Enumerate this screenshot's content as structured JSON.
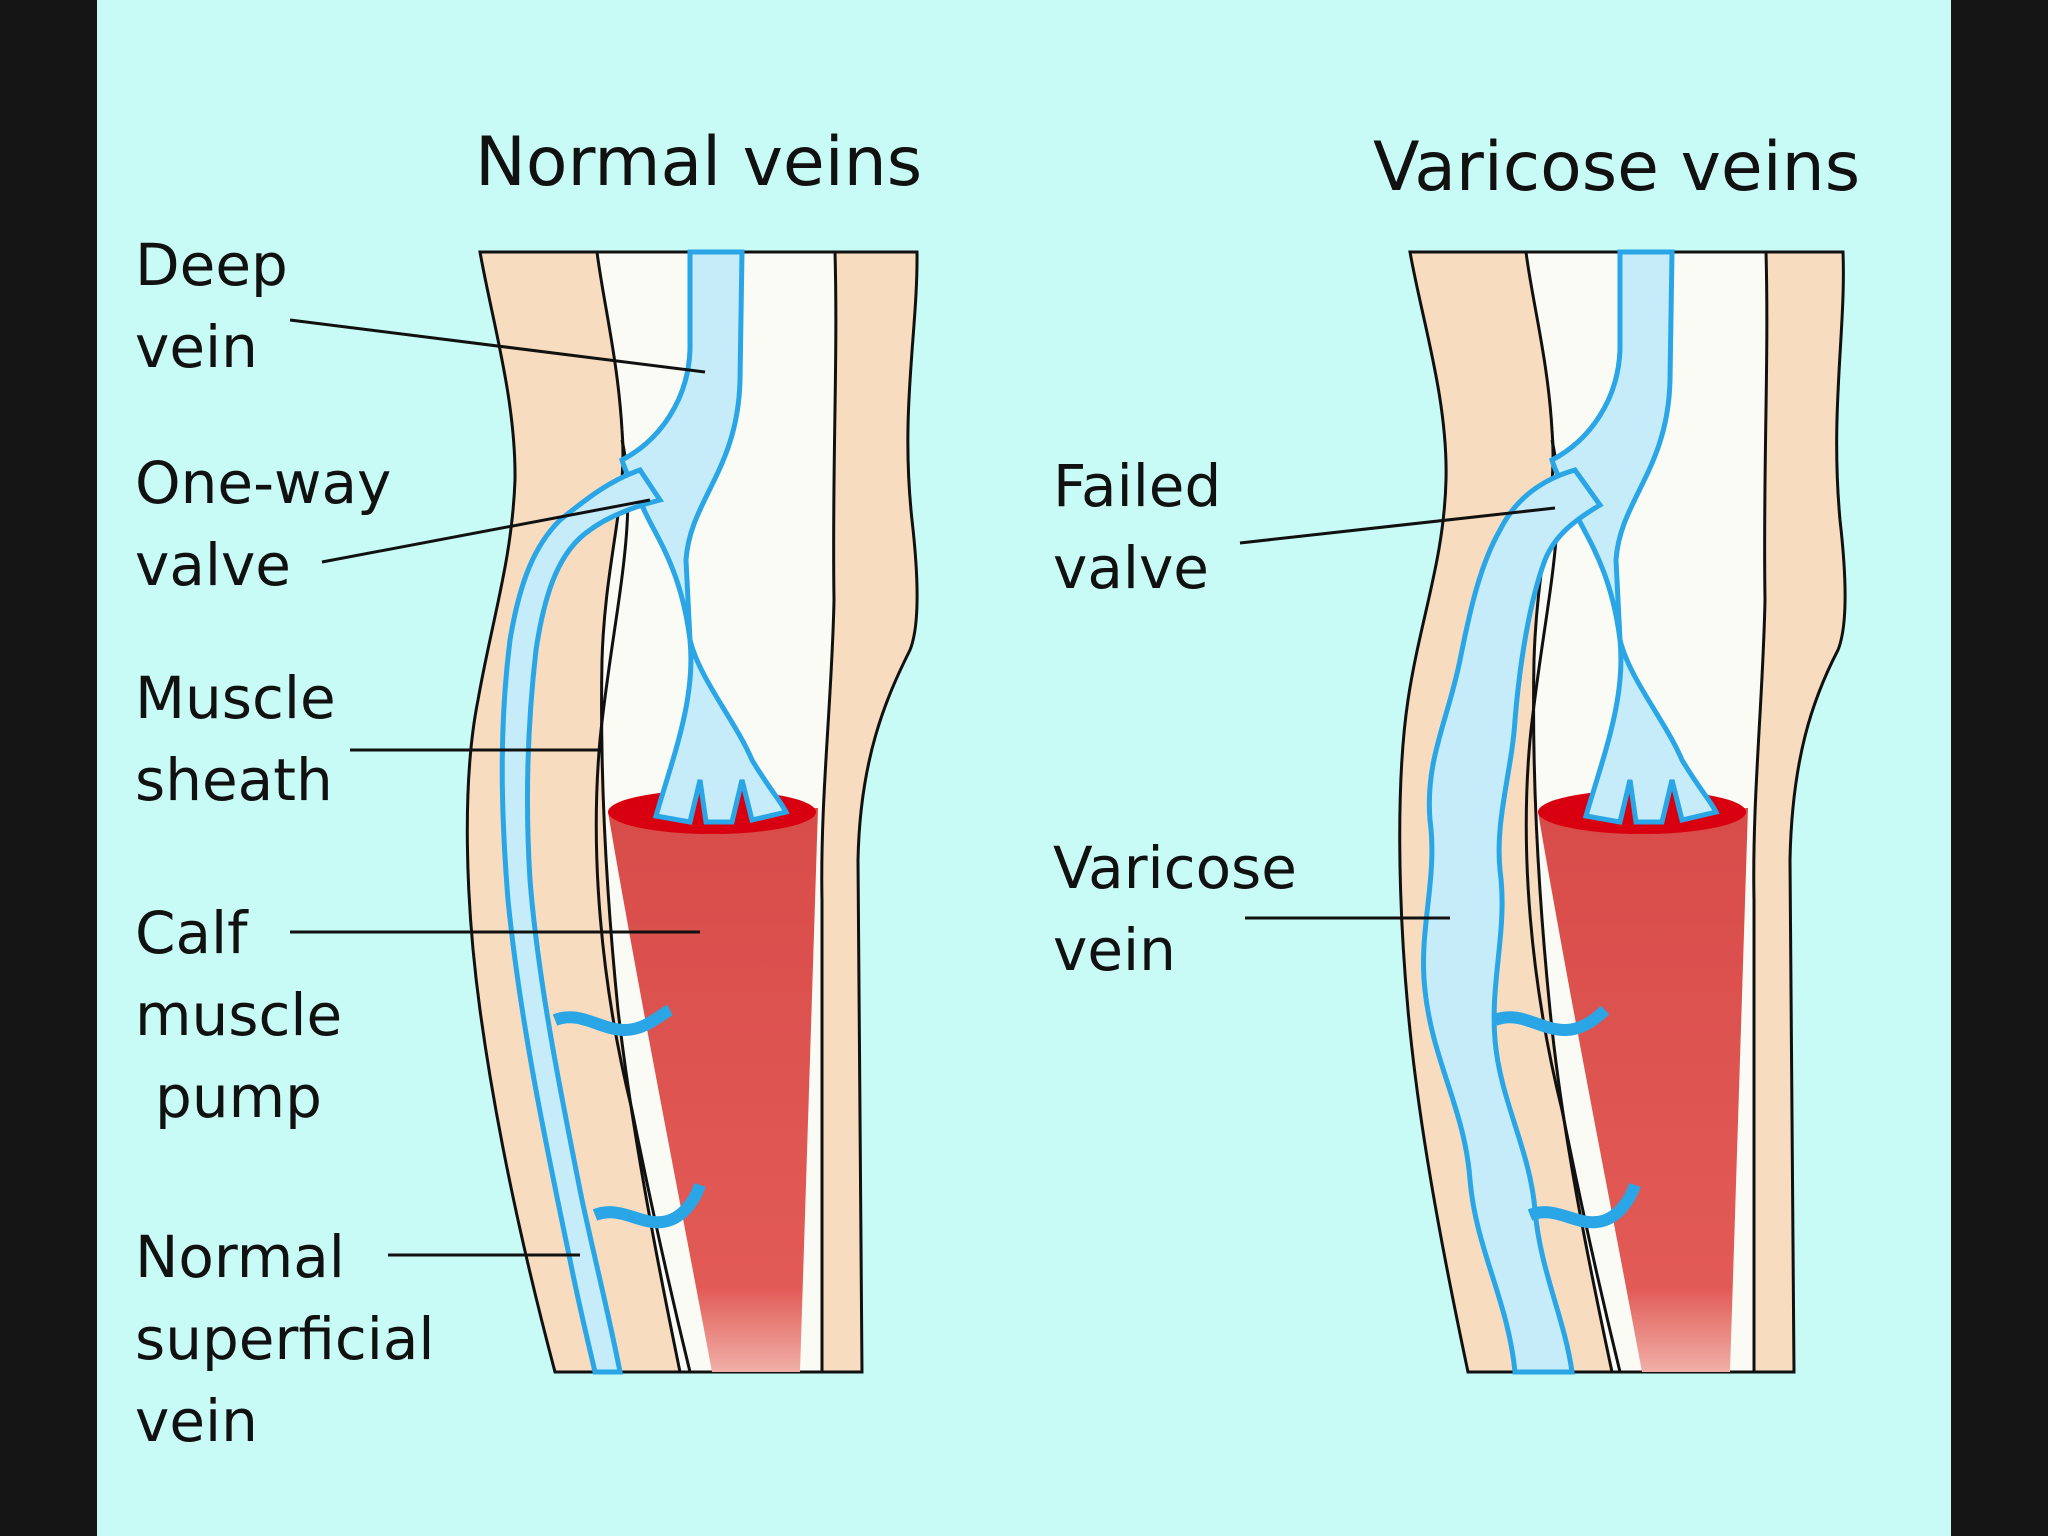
{
  "colors": {
    "frame": "#151515",
    "background": "#c8fbf6",
    "skin": "#f8dcc0",
    "tissue": "#fbfbf6",
    "vein_fill": "#c6ecfa",
    "vein_stroke": "#2aa6e6",
    "muscle": "#dc5854",
    "muscle_top": "#d80010",
    "outline": "#111111"
  },
  "panels": {
    "normal": {
      "title": "Normal veins",
      "labels": {
        "deep_vein": [
          "Deep",
          "vein"
        ],
        "one_way_valve": [
          "One-way",
          "valve"
        ],
        "muscle_sheath": [
          "Muscle",
          "sheath"
        ],
        "calf_muscle_pump": [
          "Calf",
          "muscle",
          "pump"
        ],
        "normal_superficial_vein": [
          "Normal",
          "superficial",
          "vein"
        ]
      }
    },
    "varicose": {
      "title": "Varicose veins",
      "labels": {
        "failed_valve": [
          "Failed",
          "valve"
        ],
        "varicose_vein": [
          "Varicose",
          "vein"
        ]
      }
    }
  }
}
